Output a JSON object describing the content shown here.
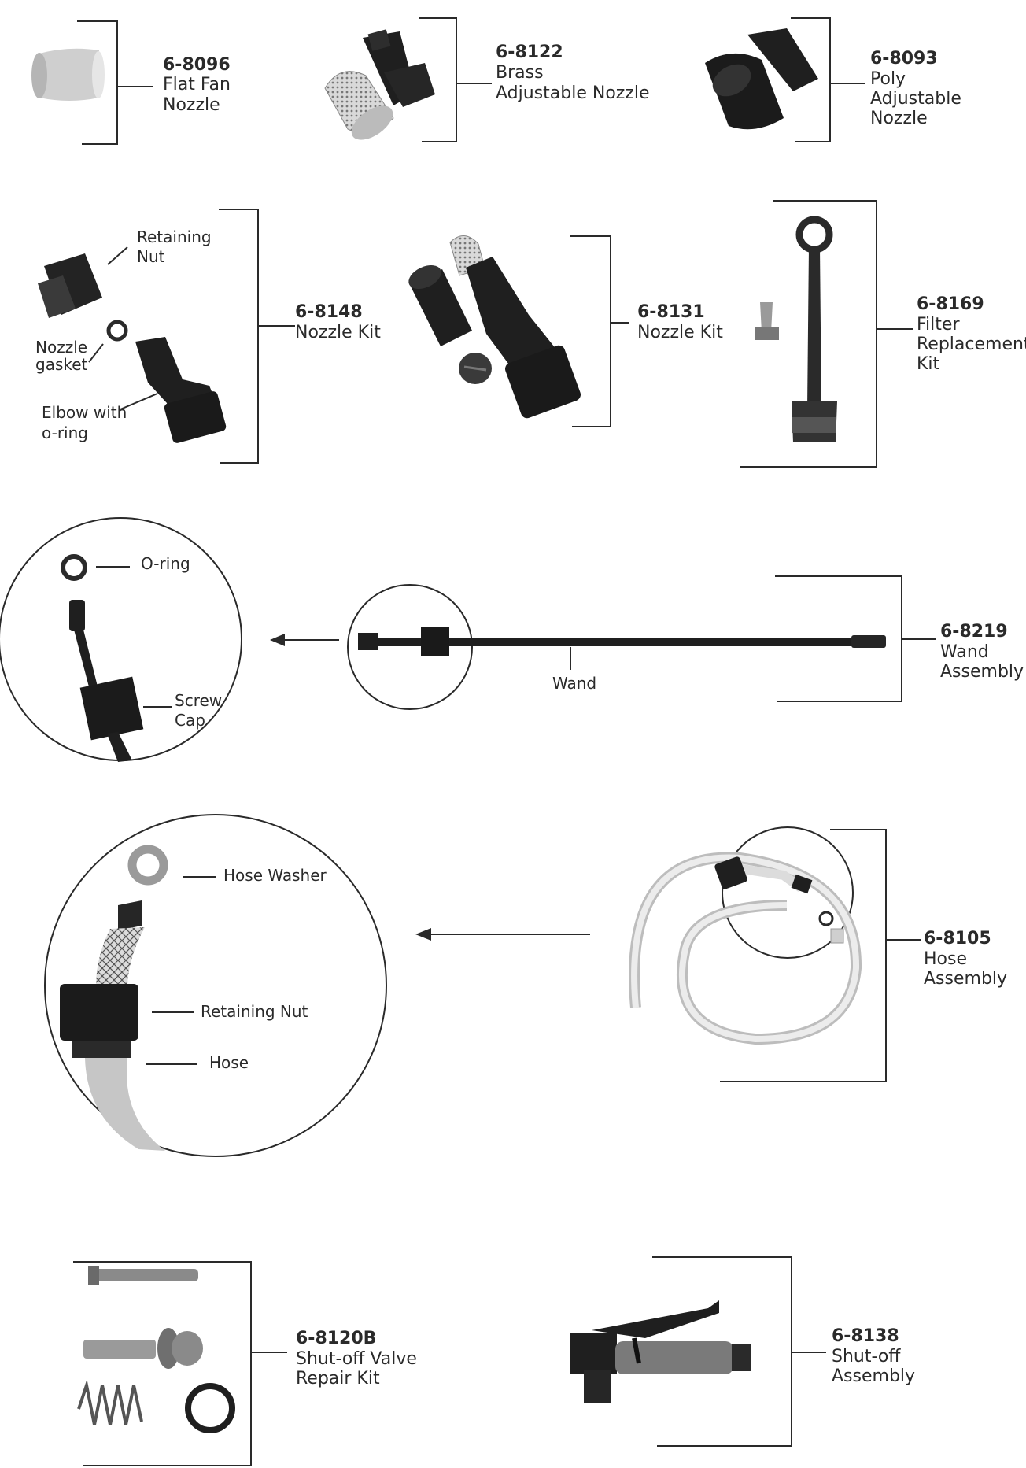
{
  "parts": [
    {
      "id": "p8096",
      "number": "6-8096",
      "lines": [
        "Flat Fan",
        "Nozzle"
      ]
    },
    {
      "id": "p8122",
      "number": "6-8122",
      "lines": [
        "Brass",
        "Adjustable Nozzle"
      ]
    },
    {
      "id": "p8093",
      "number": "6-8093",
      "lines": [
        "Poly",
        "Adjustable",
        "Nozzle"
      ]
    },
    {
      "id": "p8148",
      "number": "6-8148",
      "lines": [
        "Nozzle Kit"
      ]
    },
    {
      "id": "p8131",
      "number": "6-8131",
      "lines": [
        "Nozzle Kit"
      ]
    },
    {
      "id": "p8169",
      "number": "6-8169",
      "lines": [
        "Filter",
        "Replacement",
        "Kit"
      ]
    },
    {
      "id": "p8219",
      "number": "6-8219",
      "lines": [
        "Wand",
        "Assembly"
      ]
    },
    {
      "id": "p8105",
      "number": "6-8105",
      "lines": [
        "Hose",
        "Assembly"
      ]
    },
    {
      "id": "p8120b",
      "number": "6-8120B",
      "lines": [
        "Shut-off Valve",
        "Repair Kit"
      ]
    },
    {
      "id": "p8138",
      "number": "6-8138",
      "lines": [
        "Shut-off",
        "Assembly"
      ]
    }
  ],
  "labels": {
    "retaining_nut_1": "Retaining",
    "retaining_nut_2": "Nut",
    "nozzle_gasket_1": "Nozzle",
    "nozzle_gasket_2": "gasket",
    "elbow_1": "Elbow with",
    "elbow_2": "o-ring",
    "o_ring": "O-ring",
    "screw_cap_1": "Screw",
    "screw_cap_2": "Cap",
    "wand": "Wand",
    "hose_washer": "Hose Washer",
    "hose_retaining_nut": "Retaining Nut",
    "hose": "Hose"
  },
  "colors": {
    "ink": "#2a2a2a",
    "part_dark": "#1f1f1f",
    "part_grey": "#8a8a8a",
    "part_light": "#cfcfcf",
    "hose": "#d8d8d8"
  }
}
